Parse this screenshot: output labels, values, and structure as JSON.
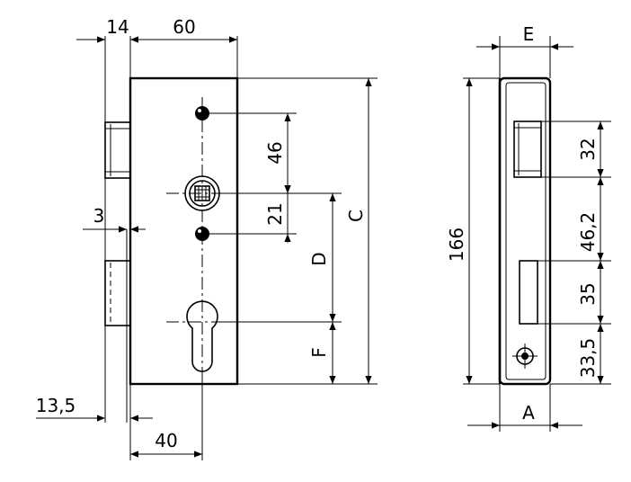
{
  "front_view": {
    "dim_top_left": "14",
    "dim_top_width": "60",
    "dim_46": "46",
    "dim_21": "21",
    "dim_3": "3",
    "dim_D": "D",
    "dim_C": "C",
    "dim_F": "F",
    "dim_13_5": "13,5",
    "dim_40": "40"
  },
  "side_view": {
    "dim_E": "E",
    "dim_166": "166",
    "dim_32": "32",
    "dim_46_2": "46,2",
    "dim_35": "35",
    "dim_33_5": "33,5",
    "dim_A": "A"
  }
}
